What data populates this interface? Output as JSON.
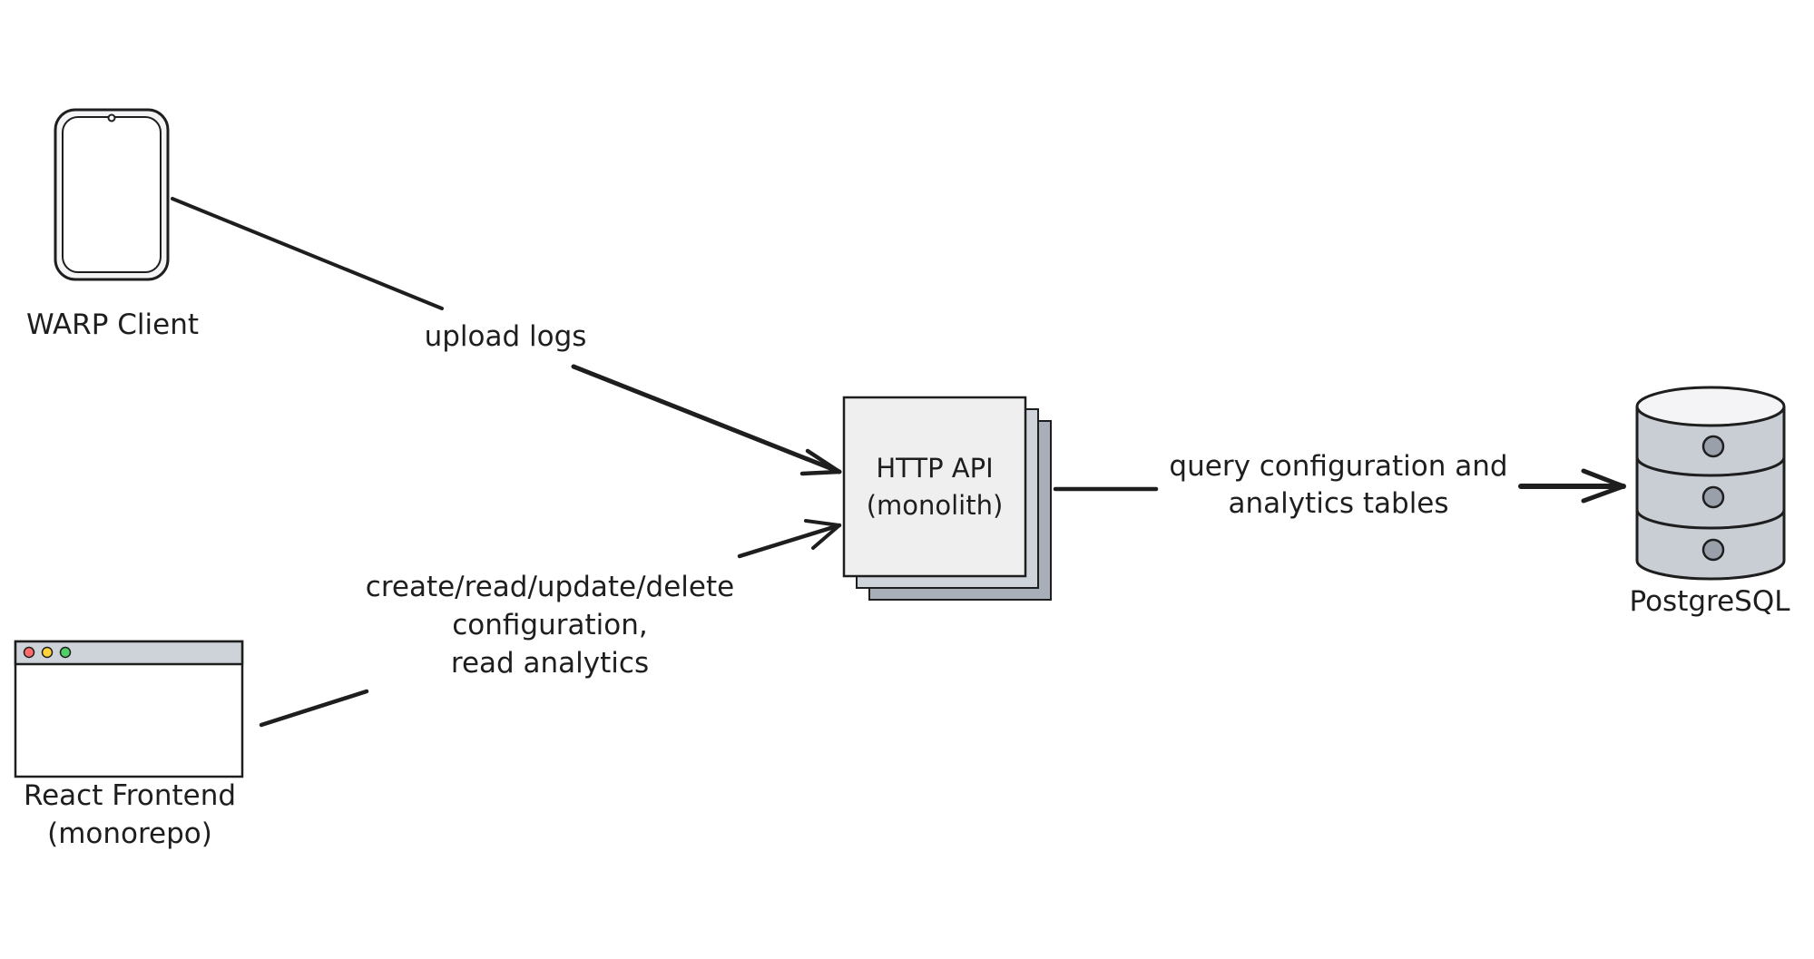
{
  "nodes": {
    "warp_client": {
      "label": "WARP Client"
    },
    "react_frontend": {
      "label_line1": "React Frontend",
      "label_line2": "(monorepo)"
    },
    "http_api": {
      "label_line1": "HTTP API",
      "label_line2": "(monolith)"
    },
    "postgresql": {
      "label": "PostgreSQL"
    }
  },
  "edges": {
    "warp_to_api": {
      "label": "upload logs"
    },
    "frontend_to_api": {
      "label_line1": "create/read/update/delete",
      "label_line2": "configuration,",
      "label_line3": "read analytics"
    },
    "api_to_db": {
      "label_line1": "query configuration and",
      "label_line2": "analytics tables"
    }
  },
  "colors": {
    "stroke": "#1e1e1e",
    "panel_fill": "#f1f1f3",
    "stack_back": "#a9afb9",
    "stack_mid": "#cfd3da",
    "stack_front": "#efefef",
    "db_fill": "#c9cdd4",
    "browser_bar": "#ced2d9",
    "dot_red": "#ff6b6b",
    "dot_yellow": "#ffd43b",
    "dot_green": "#51cf66"
  }
}
